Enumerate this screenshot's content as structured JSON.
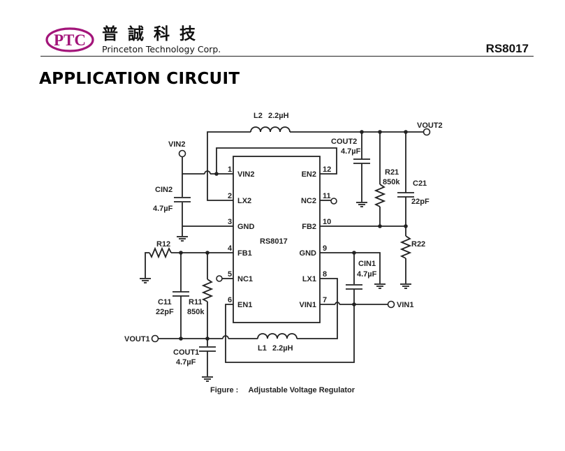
{
  "header": {
    "logo_text": "PTC",
    "company_name_cn": "普誠科技",
    "company_name_en": "Princeton Technology Corp.",
    "part_number": "RS8017"
  },
  "section_title": "APPLICATION CIRCUIT",
  "ic": {
    "name": "RS8017",
    "left_pins": [
      {
        "num": "1",
        "name": "VIN2"
      },
      {
        "num": "2",
        "name": "LX2"
      },
      {
        "num": "3",
        "name": "GND"
      },
      {
        "num": "4",
        "name": "FB1"
      },
      {
        "num": "5",
        "name": "NC1"
      },
      {
        "num": "6",
        "name": "EN1"
      }
    ],
    "right_pins": [
      {
        "num": "12",
        "name": "EN2"
      },
      {
        "num": "11",
        "name": "NC2"
      },
      {
        "num": "10",
        "name": "FB2"
      },
      {
        "num": "9",
        "name": "GND"
      },
      {
        "num": "8",
        "name": "LX1"
      },
      {
        "num": "7",
        "name": "VIN1"
      }
    ]
  },
  "components": {
    "L2": {
      "ref": "L2",
      "value": "2.2µH"
    },
    "L1": {
      "ref": "L1",
      "value": "2.2µH"
    },
    "COUT2": {
      "ref": "COUT2",
      "value": "4.7µF"
    },
    "R21": {
      "ref": "R21",
      "value": "850k"
    },
    "C21": {
      "ref": "C21",
      "value": "22pF"
    },
    "R22": {
      "ref": "R22",
      "value": ""
    },
    "CIN2": {
      "ref": "CIN2",
      "value": "4.7µF"
    },
    "CIN1": {
      "ref": "CIN1",
      "value": "4.7µF"
    },
    "R12": {
      "ref": "R12",
      "value": ""
    },
    "C11": {
      "ref": "C11",
      "value": "22pF"
    },
    "R11": {
      "ref": "R11",
      "value": "850k"
    },
    "COUT1": {
      "ref": "COUT1",
      "value": "4.7µF"
    }
  },
  "terminals": {
    "vin2": "VIN2",
    "vout2": "VOUT2",
    "vin1": "VIN1",
    "vout1": "VOUT1"
  },
  "caption": {
    "label": "Figure :",
    "text": "Adjustable Voltage Regulator"
  },
  "colors": {
    "logo_magenta": "#a3157a",
    "ink": "#222222"
  }
}
